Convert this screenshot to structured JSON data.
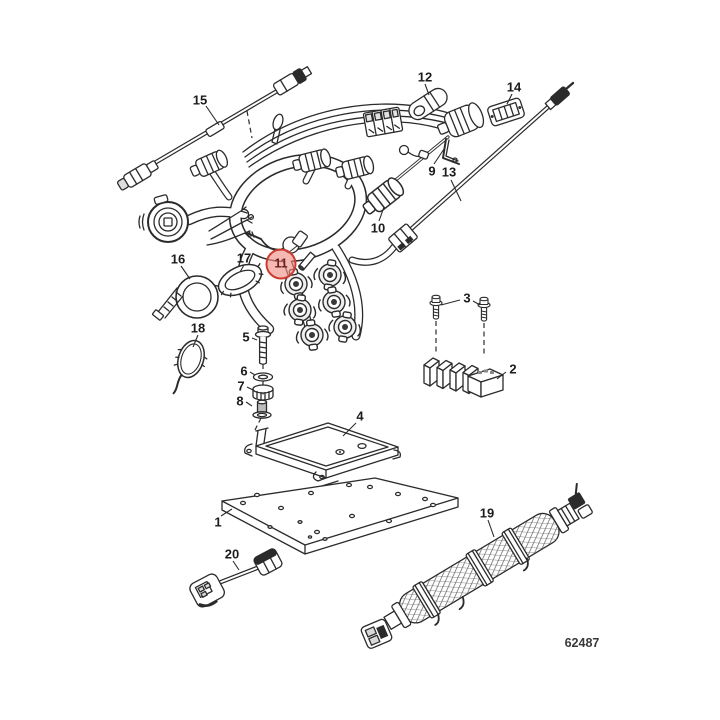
{
  "diagram": {
    "drawing_number": "62487",
    "highlighted_callout": "11",
    "callouts": [
      {
        "label": "1"
      },
      {
        "label": "2"
      },
      {
        "label": "3"
      },
      {
        "label": "4"
      },
      {
        "label": "5"
      },
      {
        "label": "6"
      },
      {
        "label": "7"
      },
      {
        "label": "8"
      },
      {
        "label": "9"
      },
      {
        "label": "10"
      },
      {
        "label": "11",
        "highlighted": true
      },
      {
        "label": "12"
      },
      {
        "label": "13"
      },
      {
        "label": "14"
      },
      {
        "label": "15"
      },
      {
        "label": "16"
      },
      {
        "label": "17"
      },
      {
        "label": "18"
      },
      {
        "label": "19"
      },
      {
        "label": "20"
      }
    ],
    "colors": {
      "line": "#2b2b2b",
      "background": "#ffffff",
      "highlight_fill": "rgba(240,140,132,0.62)",
      "highlight_border": "#cc3b31",
      "highlight_text": "#6d1f1a"
    }
  }
}
